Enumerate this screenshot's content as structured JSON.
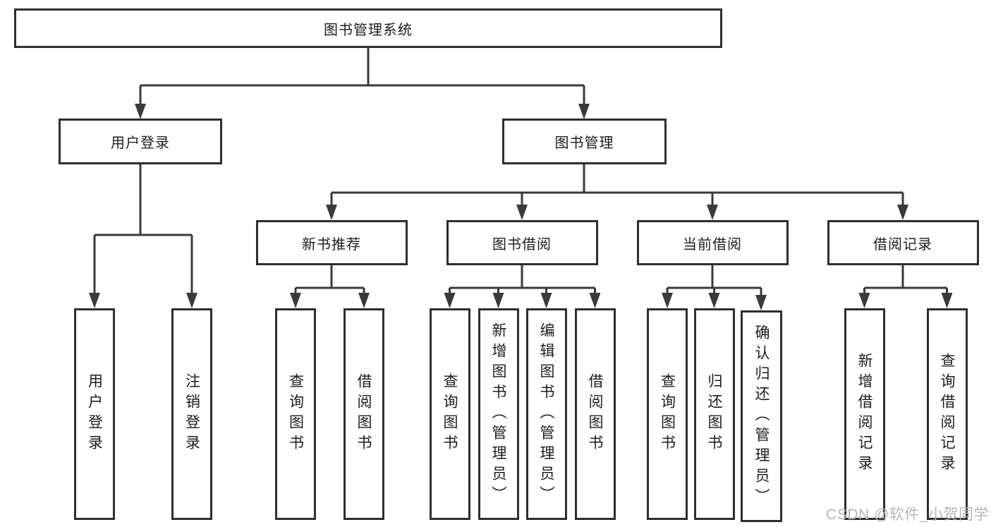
{
  "diagram": {
    "tree": {
      "label": "图书管理系统",
      "children": [
        {
          "label": "用户登录",
          "children": [
            {
              "label": "用户登录"
            },
            {
              "label": "注销登录"
            }
          ]
        },
        {
          "label": "图书管理",
          "children": [
            {
              "label": "新书推荐",
              "children": [
                {
                  "label": "查询图书"
                },
                {
                  "label": "借阅图书"
                }
              ]
            },
            {
              "label": "图书借阅",
              "children": [
                {
                  "label": "查询图书"
                },
                {
                  "label": "新增图书（管理员）"
                },
                {
                  "label": "编辑图书（管理员）"
                },
                {
                  "label": "借阅图书"
                }
              ]
            },
            {
              "label": "当前借阅",
              "children": [
                {
                  "label": "查询图书"
                },
                {
                  "label": "归还图书"
                },
                {
                  "label": "确认归还（管理员）"
                }
              ]
            },
            {
              "label": "借阅记录",
              "children": [
                {
                  "label": "新增借阅记录"
                },
                {
                  "label": "查询借阅记录"
                }
              ]
            }
          ]
        }
      ]
    },
    "colors": {
      "background": "#ffffff",
      "line": "#3a3a3a",
      "border": "#2e2e2e",
      "fill": "#ffffff",
      "text": "#1c1c1c",
      "watermark": "#b5b5b5"
    }
  },
  "watermark": {
    "text": "CSDN @软件_小贺同学"
  }
}
